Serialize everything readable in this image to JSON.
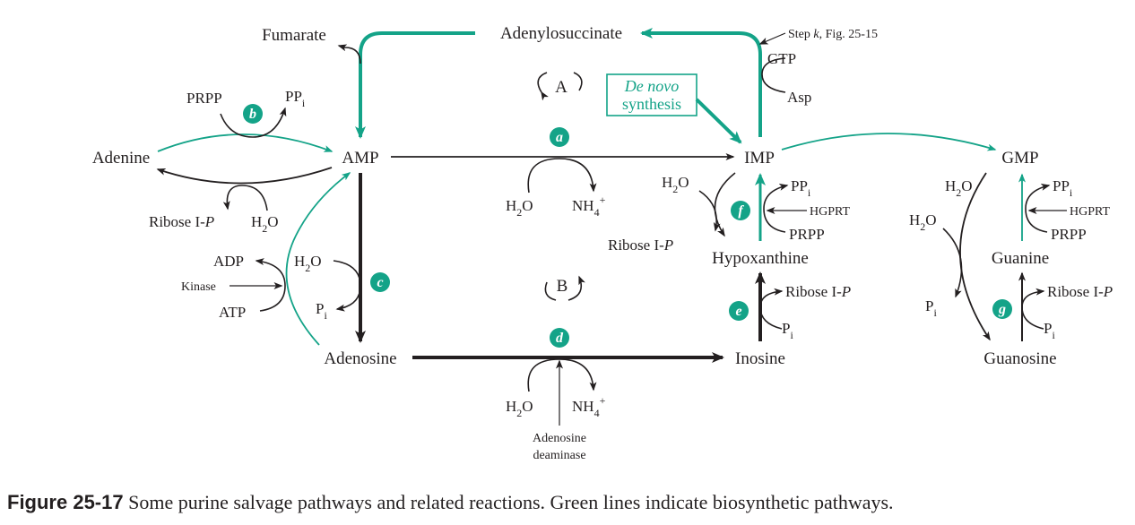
{
  "nodes": {
    "fumarate": "Fumarate",
    "adenylosuccinate": "Adenylosuccinate",
    "amp": "AMP",
    "imp": "IMP",
    "gmp": "GMP",
    "adenine": "Adenine",
    "adenosine": "Adenosine",
    "inosine": "Inosine",
    "hypoxanthine": "Hypoxanthine",
    "guanine": "Guanine",
    "guanosine": "Guanosine"
  },
  "annotations": {
    "step_k_ref": "Step k, Fig. 25-15",
    "gtp": "GTP",
    "asp": "Asp",
    "de_novo_line1": "De novo",
    "de_novo_line2": "synthesis",
    "cycle_a": "A",
    "cycle_b": "B",
    "kinase": "Kinase",
    "adp": "ADP",
    "atp": "ATP",
    "hgprt": "HGPRT",
    "adenosine_deaminase_line1": "Adenosine",
    "adenosine_deaminase_line2": "deaminase"
  },
  "reagents": {
    "prpp": "PRPP",
    "pp": "PP",
    "h2o": "H",
    "h2o_sub": "2",
    "h2o_tail": "O",
    "nh": "NH",
    "nh_sub": "4",
    "nh_sup": "+",
    "p": "P",
    "p_sub": "i",
    "ribose_prefix": "Ribose I-",
    "ribose_p": "P"
  },
  "badges": [
    "a",
    "b",
    "c",
    "d",
    "e",
    "f",
    "g"
  ],
  "caption": {
    "figure_label": "Figure 25-17",
    "text": "Some purine salvage pathways and related reactions.  Green lines indicate biosynthetic pathways."
  },
  "colors": {
    "green": "#14a388",
    "black": "#231f20"
  }
}
